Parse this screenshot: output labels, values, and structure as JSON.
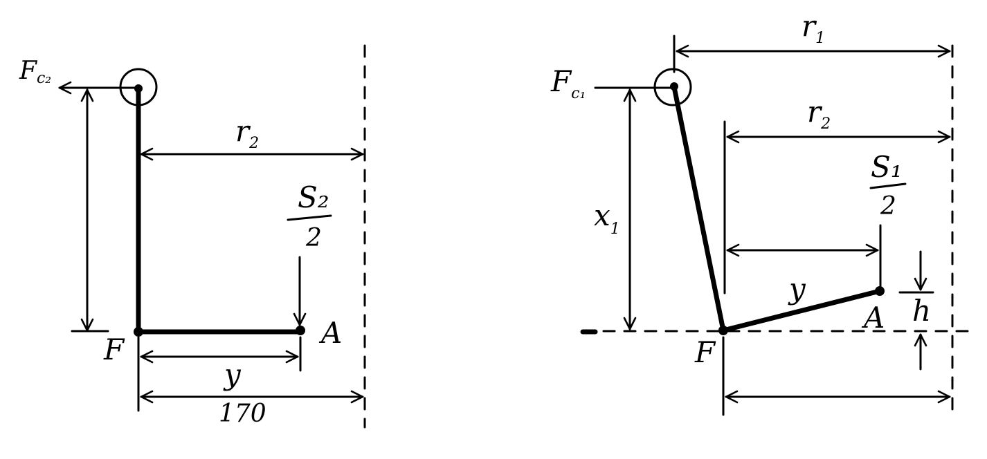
{
  "left_diagram": {
    "force_label": "F",
    "force_subscript": "c₂",
    "lever_label": "r",
    "lever_subscript": "2",
    "load_numerator": "S₂",
    "load_denominator": "2",
    "pivot_label": "F",
    "point_label": "A",
    "offset_label": "y",
    "span_value": "170"
  },
  "right_diagram": {
    "force_label": "F",
    "force_subscript": "c₁",
    "outer_lever_label": "r",
    "outer_lever_subscript": "1",
    "inner_lever_label": "r",
    "inner_lever_subscript": "2",
    "load_numerator": "S₁",
    "load_denominator": "2",
    "height_label": "x",
    "height_subscript": "1",
    "offset_label": "y",
    "point_label": "A",
    "pivot_label": "F",
    "rise_label": "h"
  },
  "colors": {
    "ink": "#000000",
    "background": "#ffffff"
  }
}
